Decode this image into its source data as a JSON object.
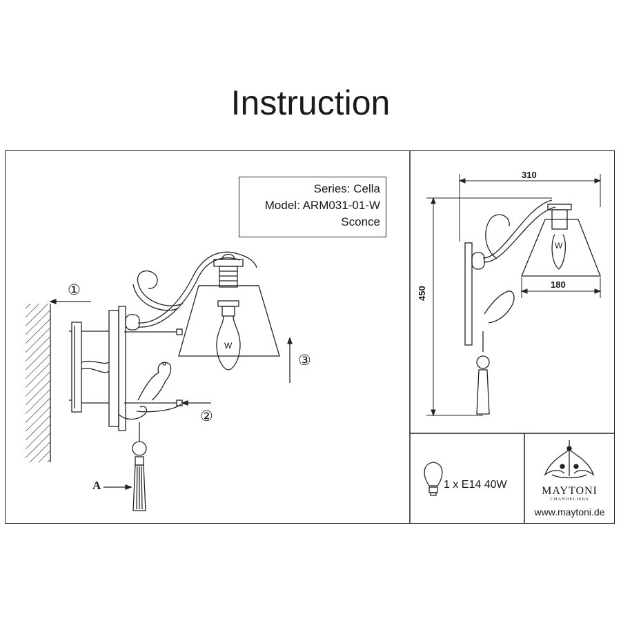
{
  "header": {
    "title": "Instruction"
  },
  "product": {
    "series": "Series: Cella",
    "model": "Model: ARM031-01-W",
    "type": "Sconce"
  },
  "steps": {
    "step1": "①",
    "step2": "②",
    "step3": "③",
    "arrow_label": "A"
  },
  "bulb_letter": "W",
  "dimensions": {
    "width": "310",
    "height": "450",
    "shade": "180"
  },
  "specs": {
    "bulb": "1 x E14 40W"
  },
  "brand": {
    "name": "MAYTONI",
    "tagline": "CHANDELIERS",
    "website": "www.maytoni.de"
  }
}
